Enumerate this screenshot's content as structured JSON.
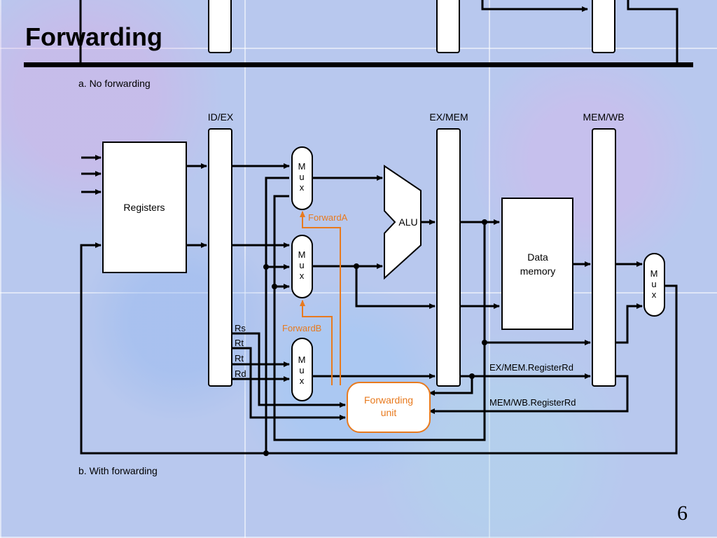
{
  "slide": {
    "title": "Forwarding",
    "page_number": "6",
    "caption_top": "a. No forwarding",
    "caption_bottom": "b. With forwarding"
  },
  "pipeline_registers": {
    "id_ex": "ID/EX",
    "ex_mem": "EX/MEM",
    "mem_wb": "MEM/WB"
  },
  "blocks": {
    "registers": "Registers",
    "alu": "ALU",
    "data_memory_line1": "Data",
    "data_memory_line2": "memory",
    "forwarding_unit_line1": "Forwarding",
    "forwarding_unit_line2": "unit",
    "mux_letters": [
      "M",
      "u",
      "x"
    ]
  },
  "signals": {
    "forward_a": "ForwardA",
    "forward_b": "ForwardB",
    "rs": "Rs",
    "rt_1": "Rt",
    "rt_2": "Rt",
    "rd": "Rd",
    "ex_mem_register_rd": "EX/MEM.RegisterRd",
    "mem_wb_register_rd": "MEM/WB.RegisterRd"
  },
  "colors": {
    "wire": "#000000",
    "control_signal": "#e87a1e",
    "block_fill": "#ffffff"
  }
}
